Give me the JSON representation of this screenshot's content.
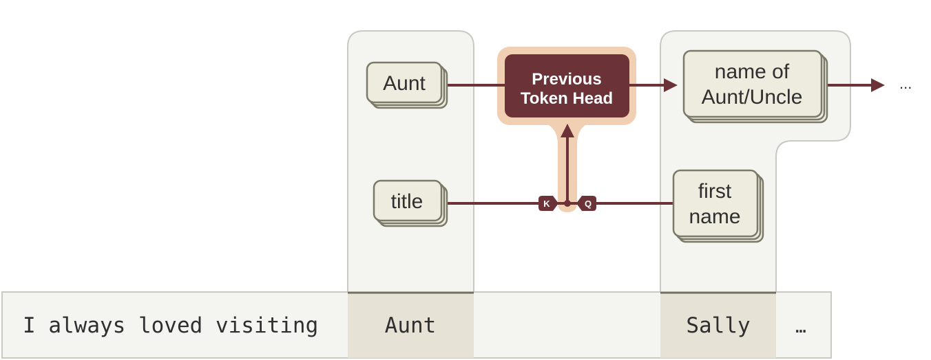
{
  "tokens": {
    "prefix": "I always loved visiting",
    "aunt": "Aunt",
    "sally": "Sally",
    "ellipsis": "…"
  },
  "features": {
    "aunt": "Aunt",
    "title": "title",
    "name_of_line1": "name of",
    "name_of_line2": "Aunt/Uncle",
    "first_line1": "first",
    "first_line2": "name"
  },
  "head": {
    "line1": "Previous",
    "line2": "Token Head"
  },
  "badges": {
    "key": "K",
    "query": "Q"
  },
  "output_ellipsis": "...",
  "colors": {
    "arrow": "#6b3237",
    "head_fill": "#6b3237",
    "head_glow": "#f0cfb2",
    "column_bg": "#f4f4f1",
    "token_highlight": "#e6e2d6",
    "feature_fill": "#eeebdf",
    "feature_stroke": "#7a7a68"
  }
}
